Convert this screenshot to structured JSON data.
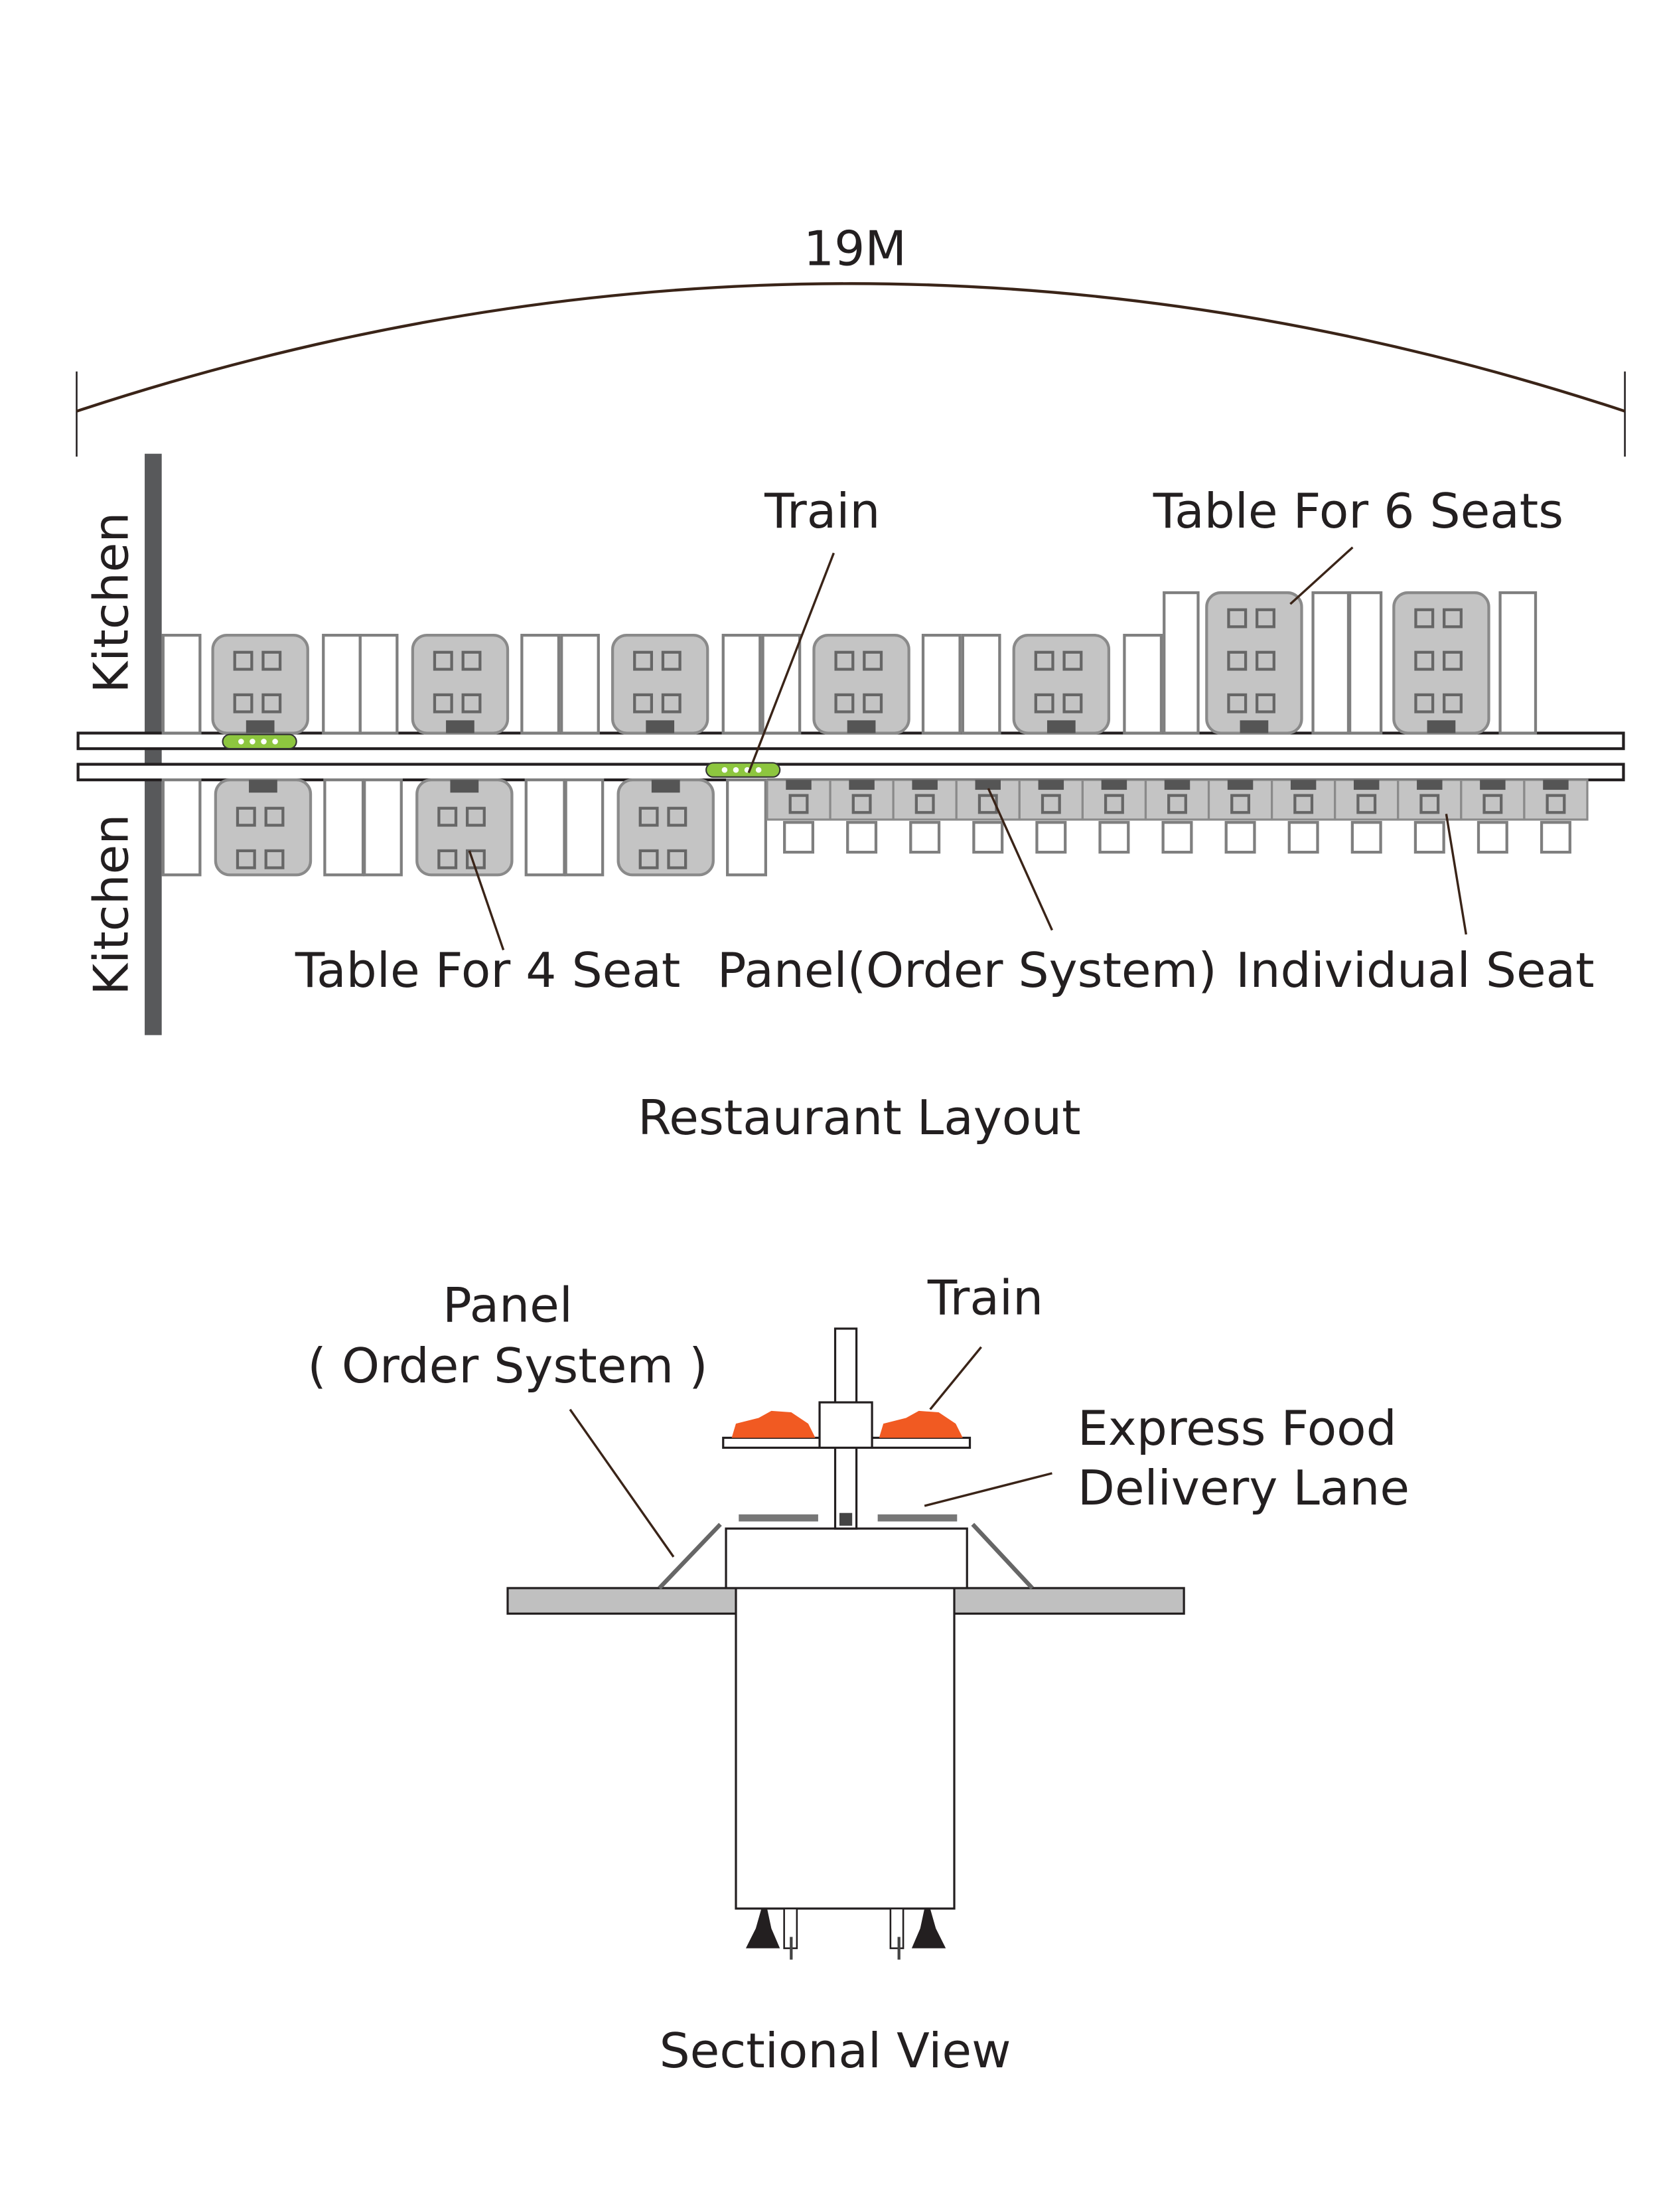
{
  "dimension": {
    "label": "19M"
  },
  "layout": {
    "title": "Restaurant Layout",
    "kitchen_top": "Kitchen",
    "kitchen_bottom": "Kitchen",
    "labels": {
      "train": "Train",
      "table6": "Table For 6 Seats",
      "table4": "Table For 4 Seat",
      "panel": "Panel(Order System)",
      "individual": "Individual Seat"
    },
    "counts": {
      "top_4seat_tables": 5,
      "top_6seat_tables": 2,
      "bottom_4seat_tables": 3,
      "individual_seats": 13,
      "trains": 2
    }
  },
  "section": {
    "title": "Sectional View",
    "labels": {
      "panel_line1": "Panel",
      "panel_line2": "( Order System )",
      "train": "Train",
      "express_line1": "Express Food",
      "express_line2": "Delivery Lane"
    }
  },
  "colors": {
    "train_green": "#8dc63f",
    "train_orange": "#f15a22",
    "table_gray": "#c4c4c4",
    "wall_gray": "#58595b"
  }
}
